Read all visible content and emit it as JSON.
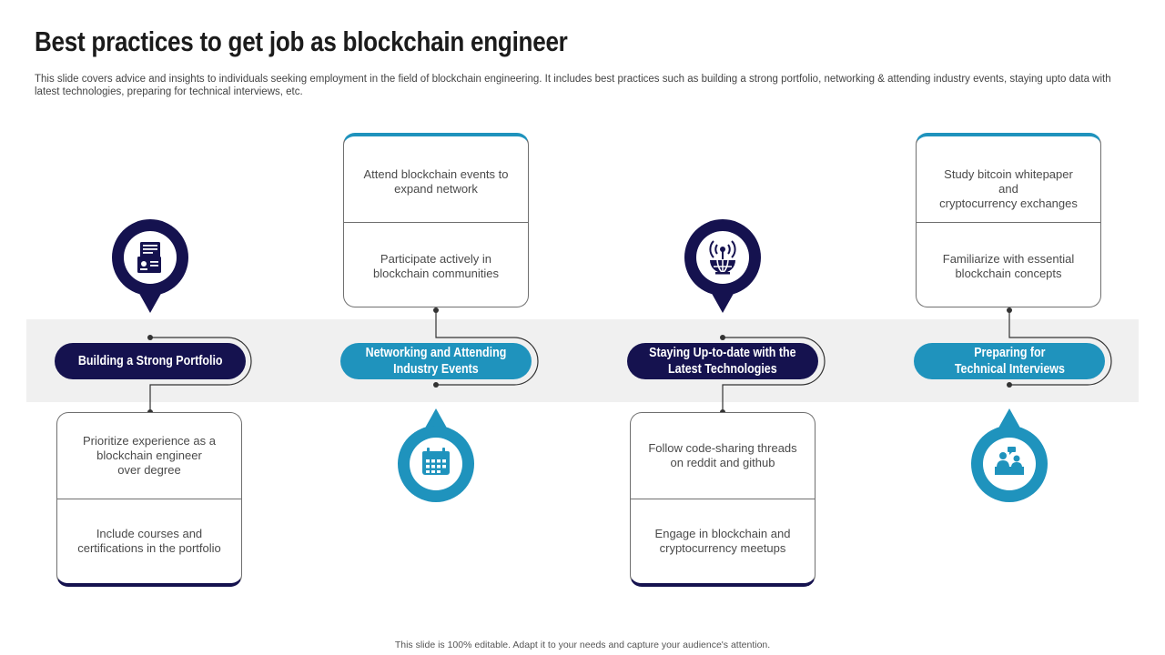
{
  "title": "Best practices to get job as blockchain engineer",
  "subtitle": "This slide covers advice and insights to individuals seeking employment in the field of blockchain engineering. It includes best practices such as building a strong portfolio, networking & attending industry events, staying upto data with latest technologies, preparing for technical interviews, etc.",
  "footer": "This slide is 100% editable.  Adapt it to your needs and capture your audience's attention.",
  "colors": {
    "dark": "#15124f",
    "teal": "#1f93bd",
    "band": "#f0f0f0"
  },
  "steps": [
    {
      "label": "Building a Strong Portfolio",
      "color": "dark",
      "icon": "portfolio-icon",
      "items": [
        "Prioritize experience as a\nblockchain engineer\nover degree",
        "Include courses and\ncertifications in the portfolio"
      ]
    },
    {
      "label": "Networking and Attending\nIndustry Events",
      "color": "teal",
      "icon": "calendar-icon",
      "items": [
        "Attend blockchain events to\nexpand network",
        "Participate actively in\nblockchain communities"
      ]
    },
    {
      "label": "Staying Up-to-date with the\nLatest Technologies",
      "color": "dark",
      "icon": "globe-network-icon",
      "items": [
        "Follow code-sharing threads\non reddit and github",
        "Engage in blockchain and\ncryptocurrency meetups"
      ]
    },
    {
      "label": "Preparing for\nTechnical Interviews",
      "color": "teal",
      "icon": "interview-icon",
      "items": [
        "Study bitcoin whitepaper  and\ncryptocurrency exchanges",
        "Familiarize with essential\nblockchain concepts"
      ]
    }
  ]
}
